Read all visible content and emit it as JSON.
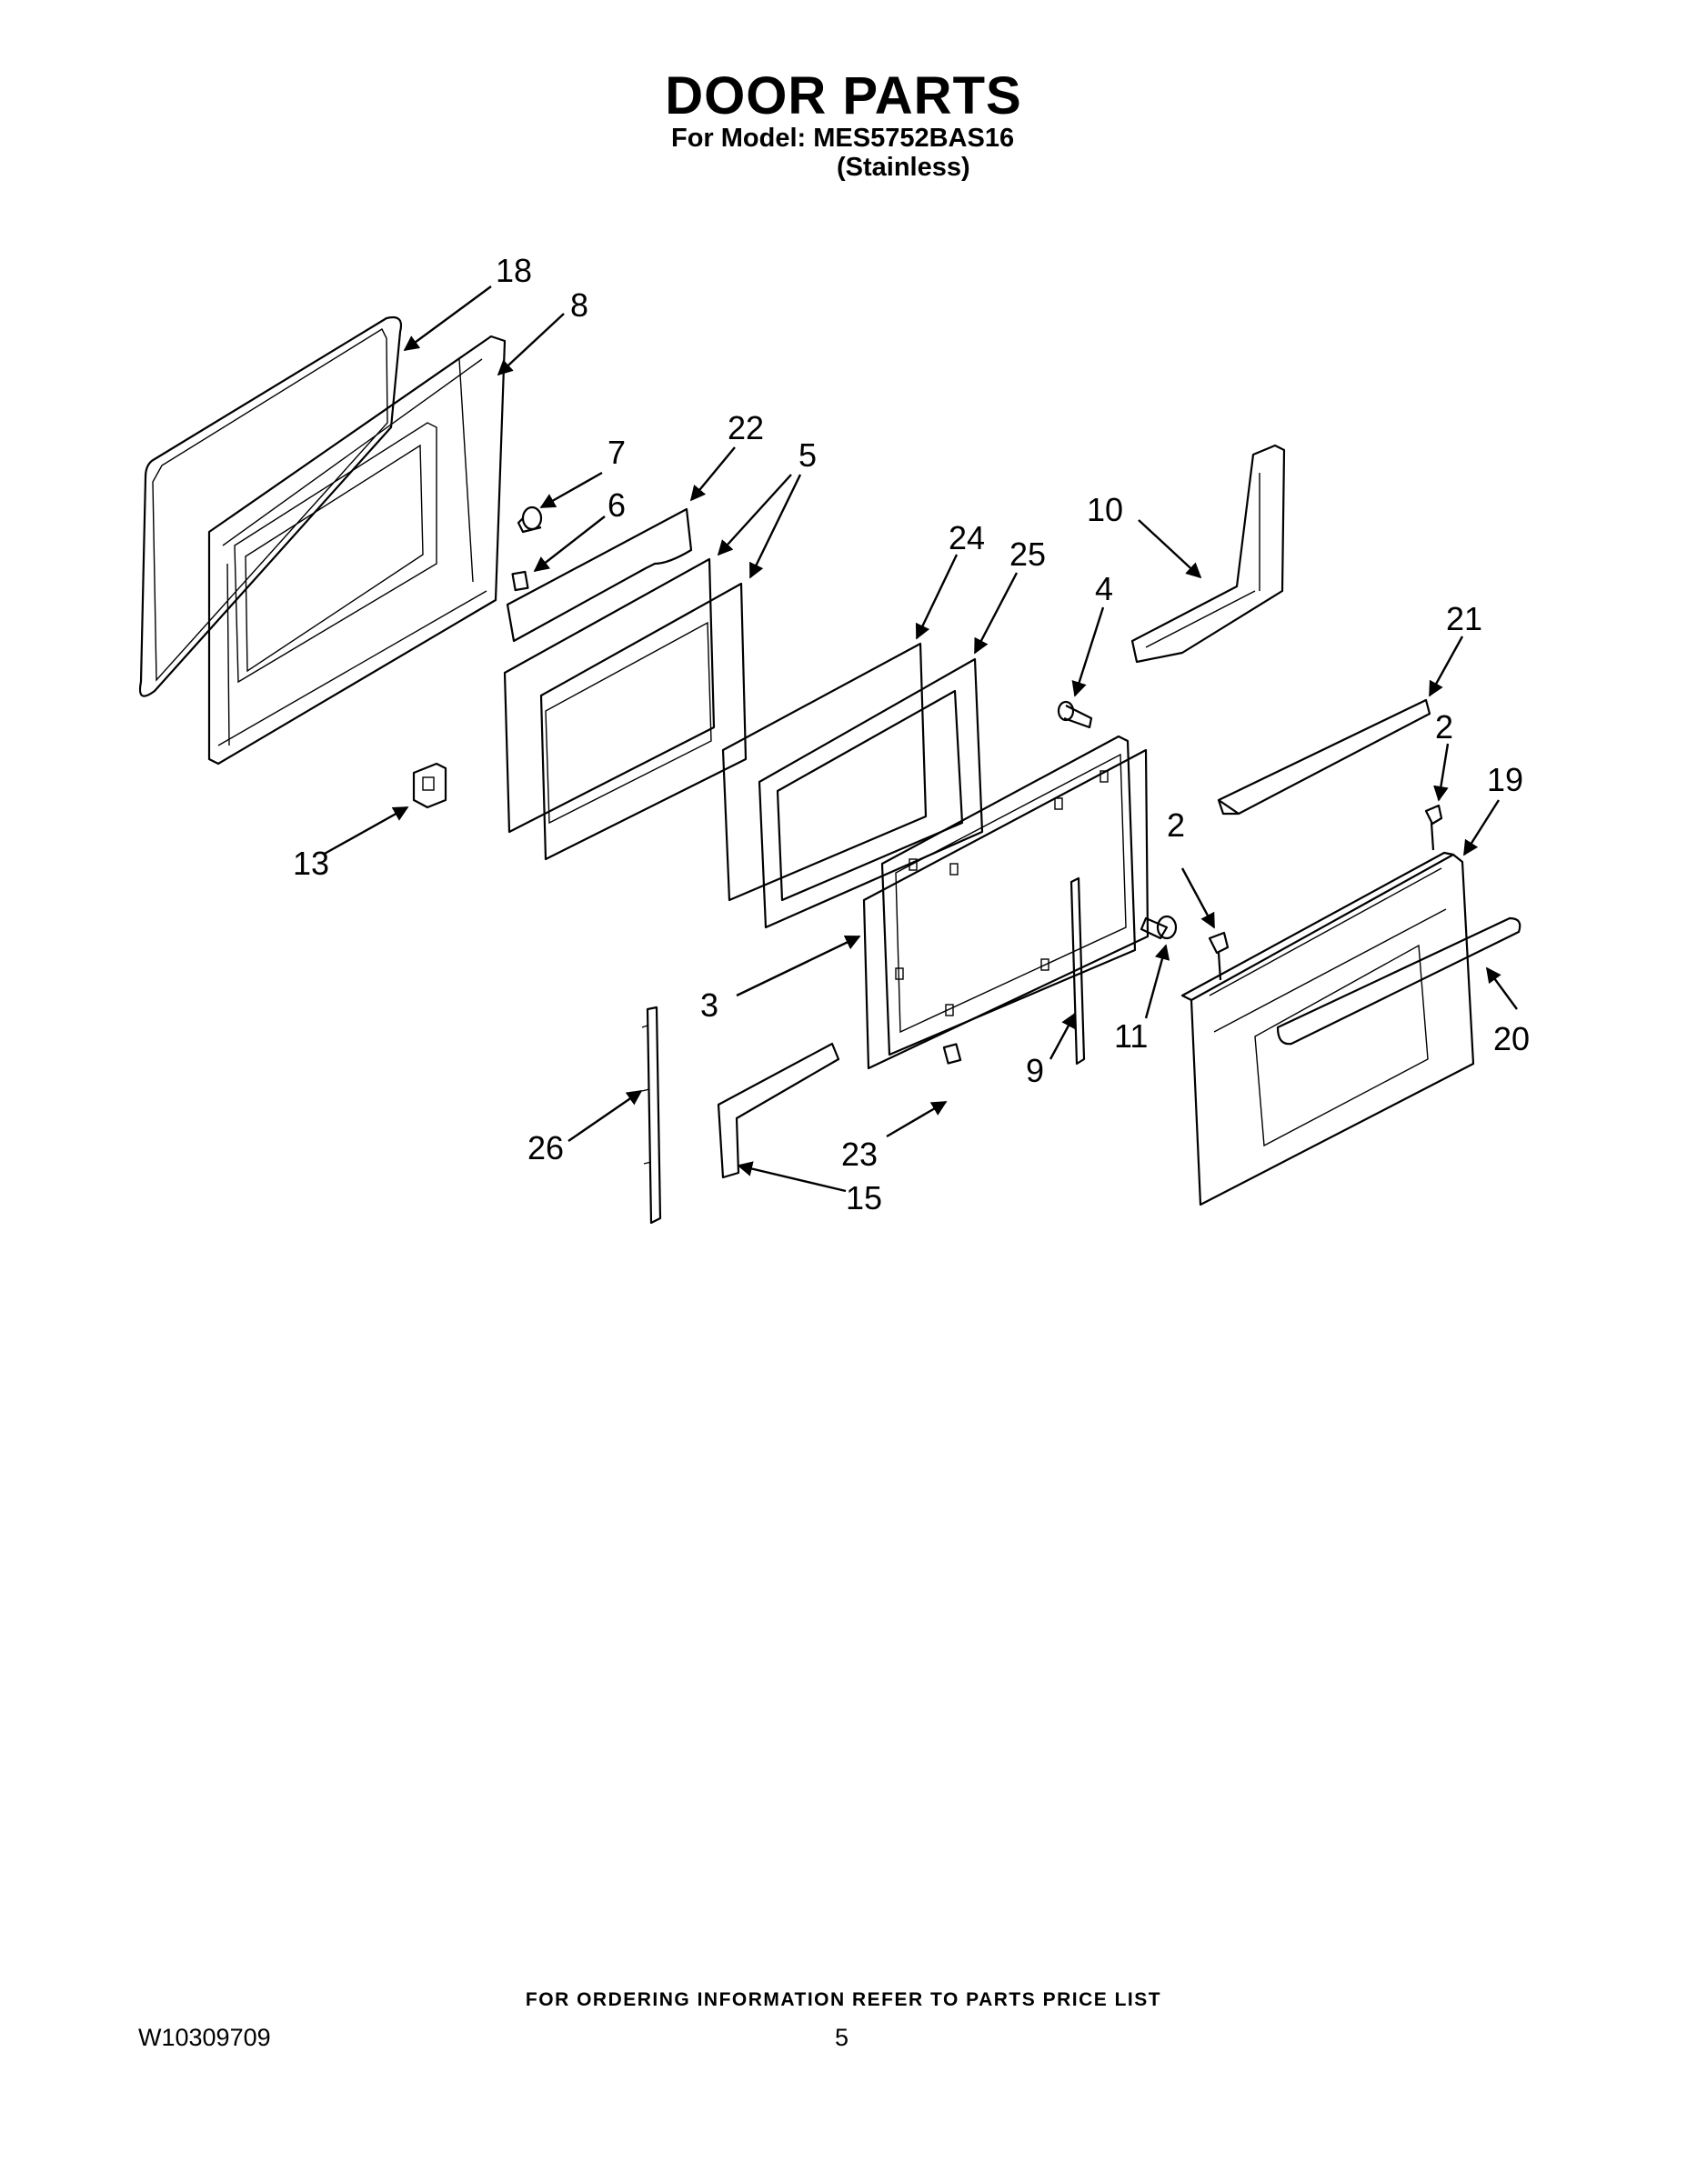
{
  "header": {
    "title": "DOOR PARTS",
    "model_line": "For Model: MES5752BAS16",
    "variant": "(Stainless)"
  },
  "callouts": {
    "c18": "18",
    "c8": "8",
    "c7": "7",
    "c22": "22",
    "c5": "5",
    "c6": "6",
    "c24": "24",
    "c25": "25",
    "c10": "10",
    "c4": "4",
    "c21": "21",
    "c2a": "2",
    "c19": "19",
    "c2b": "2",
    "c13": "13",
    "c3": "3",
    "c11": "11",
    "c20": "20",
    "c9": "9",
    "c26": "26",
    "c23": "23",
    "c15": "15"
  },
  "footer": {
    "ordering_note": "FOR ORDERING INFORMATION REFER TO PARTS PRICE LIST",
    "document_number": "W10309709",
    "page_number": "5"
  }
}
